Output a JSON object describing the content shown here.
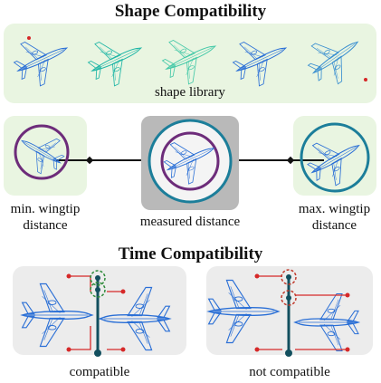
{
  "shape_title": "Shape Compatibility",
  "library_label": "shape library",
  "min_label": "min. wingtip distance",
  "measured_label": "measured distance",
  "max_label": "max. wingtip distance",
  "time_title": "Time Compatibility",
  "compatible_label": "compatible",
  "not_compatible_label": "not compatible",
  "colors": {
    "plane_blue": "#2a6fd6",
    "plane_teal": "#1fb6a6",
    "ring_purple": "#6d2c7a",
    "ring_teal": "#1c7e9a",
    "dark_teal": "#124f5e",
    "red": "#d62828",
    "green": "#2e8b3b"
  }
}
